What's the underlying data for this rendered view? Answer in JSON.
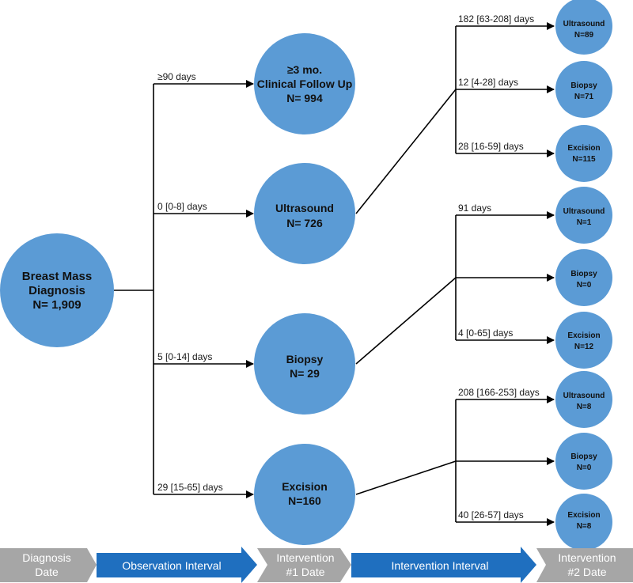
{
  "colors": {
    "node_fill": "#5b9bd5",
    "timeline_gray": "#a6a6a6",
    "timeline_blue": "#1f6fbf",
    "line": "#000000"
  },
  "nodes": {
    "root": {
      "line1": "Breast Mass",
      "line2": "Diagnosis",
      "line3": "N= 1,909"
    },
    "followup": {
      "line1": "≥3 mo.",
      "line2": "Clinical Follow Up",
      "line3": "N= 994"
    },
    "ultrasound": {
      "line1": "Ultrasound",
      "line2": "N= 726"
    },
    "biopsy": {
      "line1": "Biopsy",
      "line2": "N= 29"
    },
    "excision": {
      "line1": "Excision",
      "line2": "N=160"
    },
    "us_us": {
      "line1": "Ultrasound",
      "line2": "N=89"
    },
    "us_bx": {
      "line1": "Biopsy",
      "line2": "N=71"
    },
    "us_ex": {
      "line1": "Excision",
      "line2": "N=115"
    },
    "bx_us": {
      "line1": "Ultrasound",
      "line2": "N=1"
    },
    "bx_bx": {
      "line1": "Biopsy",
      "line2": "N=0"
    },
    "bx_ex": {
      "line1": "Excision",
      "line2": "N=12"
    },
    "ex_us": {
      "line1": "Ultrasound",
      "line2": "N=8"
    },
    "ex_bx": {
      "line1": "Biopsy",
      "line2": "N=0"
    },
    "ex_ex": {
      "line1": "Excision",
      "line2": "N=8"
    }
  },
  "edges": {
    "followup": "≥90 days",
    "ultrasound": "0 [0-8] days",
    "biopsy": "5 [0-14] days",
    "excision": "29 [15-65] days",
    "us_us": "182 [63-208] days",
    "us_bx": "12 [4-28] days",
    "us_ex": "28 [16-59] days",
    "bx_us": "91 days",
    "bx_ex": "4 [0-65] days",
    "ex_us": "208 [166-253] days",
    "ex_ex": "40 [26-57] days"
  },
  "timeline": {
    "diagnosis_l1": "Diagnosis",
    "diagnosis_l2": "Date",
    "observation": "Observation Interval",
    "intervention1_l1": "Intervention",
    "intervention1_l2": "#1 Date",
    "intervention_interval": "Intervention Interval",
    "intervention2_l1": "Intervention",
    "intervention2_l2": "#2 Date"
  }
}
